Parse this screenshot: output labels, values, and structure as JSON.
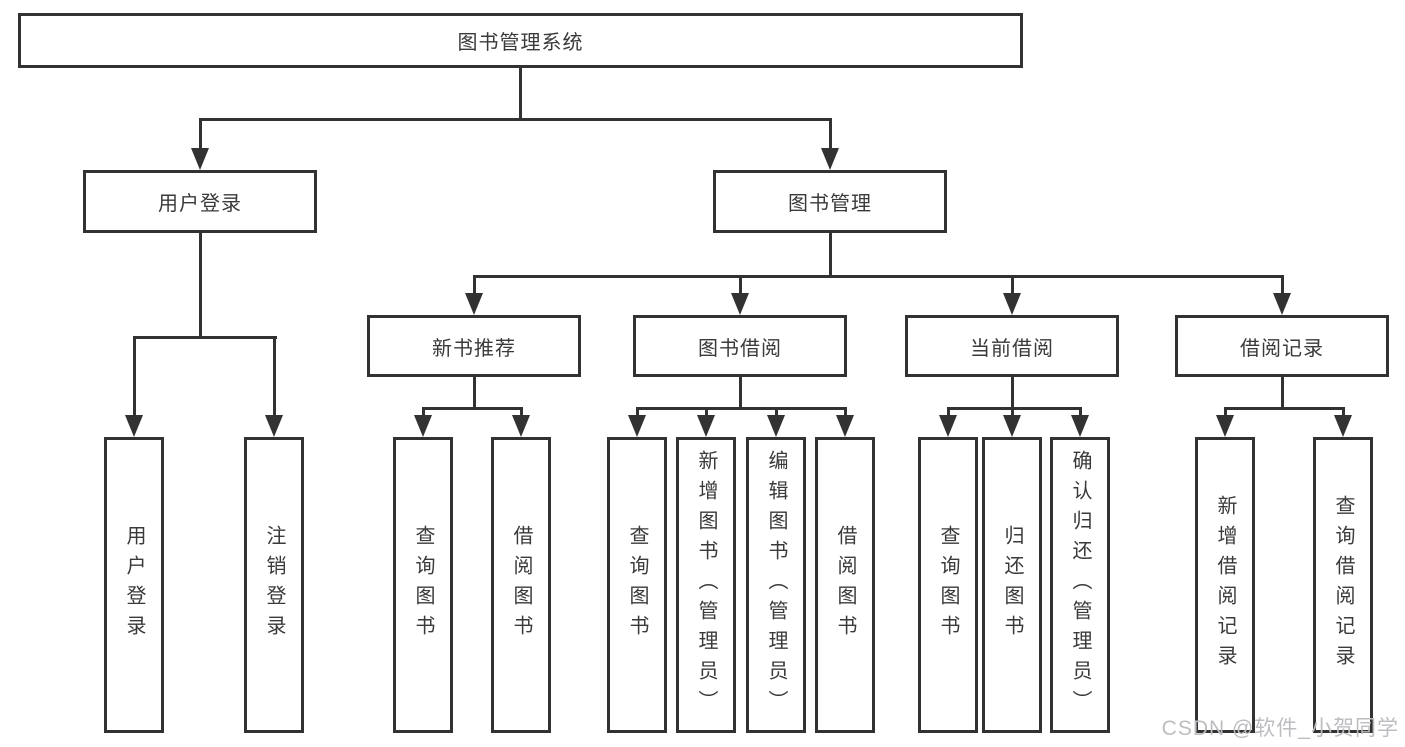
{
  "colors": {
    "line": "#323232",
    "text": "#3a3a3a",
    "watermark": "#bdbdc1",
    "background": "#ffffff"
  },
  "root": {
    "label": "图书管理系统"
  },
  "user_login_branch": {
    "label": "用户登录",
    "children": [
      "用户登录",
      "注销登录"
    ]
  },
  "book_mgmt_branch": {
    "label": "图书管理",
    "sections": [
      {
        "label": "新书推荐",
        "children": [
          "查询图书",
          "借阅图书"
        ]
      },
      {
        "label": "图书借阅",
        "children": [
          "查询图书",
          "新增图书（管理员）",
          "编辑图书（管理员）",
          "借阅图书"
        ]
      },
      {
        "label": "当前借阅",
        "children": [
          "查询图书",
          "归还图书",
          "确认归还（管理员）"
        ]
      },
      {
        "label": "借阅记录",
        "children": [
          "新增借阅记录",
          "查询借阅记录"
        ]
      }
    ]
  },
  "watermark": "CSDN @软件_小贺同学"
}
